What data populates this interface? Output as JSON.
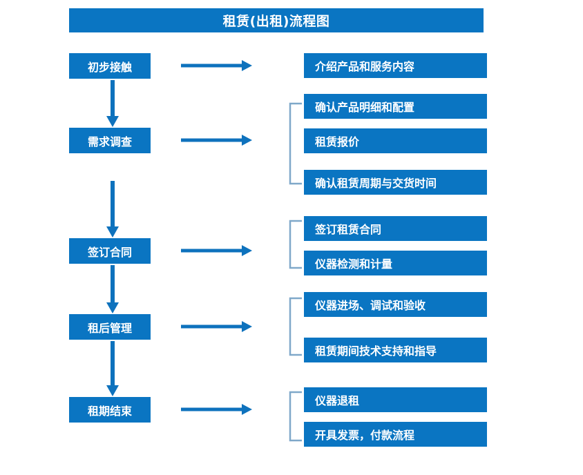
{
  "title": "租赁(出租)流程图",
  "colors": {
    "box_blue": "#0a75c2",
    "arrow_blue": "#0e72bd",
    "bracket_blue": "#7fa8c9",
    "text_white": "#ffffff",
    "background": "#ffffff"
  },
  "stages": [
    {
      "label": "初步接触"
    },
    {
      "label": "需求调查"
    },
    {
      "label": "签订合同"
    },
    {
      "label": "租后管理"
    },
    {
      "label": "租期结束"
    }
  ],
  "details": [
    {
      "label": "介绍产品和服务内容"
    },
    {
      "label": "确认产品明细和配置"
    },
    {
      "label": "租赁报价"
    },
    {
      "label": "确认租赁周期与交货时间"
    },
    {
      "label": "签订租赁合同"
    },
    {
      "label": "仪器检测和计量"
    },
    {
      "label": "仪器进场、调试和验收"
    },
    {
      "label": "租赁期间技术支持和指导"
    },
    {
      "label": "仪器退租"
    },
    {
      "label": "开具发票，付款流程"
    }
  ],
  "groups": [
    {
      "stage": "初步接触",
      "details": [
        "介绍产品和服务内容"
      ],
      "bracketed": false
    },
    {
      "stage": "需求调查",
      "details": [
        "确认产品明细和配置",
        "租赁报价",
        "确认租赁周期与交货时间"
      ],
      "bracketed": true
    },
    {
      "stage": "签订合同",
      "details": [
        "签订租赁合同",
        "仪器检测和计量"
      ],
      "bracketed": true
    },
    {
      "stage": "租后管理",
      "details": [
        "仪器进场、调试和验收",
        "租赁期间技术支持和指导"
      ],
      "bracketed": true
    },
    {
      "stage": "租期结束",
      "details": [
        "仪器退租",
        "开具发票，付款流程"
      ],
      "bracketed": true
    }
  ],
  "connectors": {
    "vertical_arrow_icon": "arrow-down-icon",
    "horizontal_arrow_icon": "arrow-right-icon",
    "bracket_icon": "group-bracket-icon",
    "vertical_count": 4,
    "horizontal_count": 5,
    "bracket_count": 4
  }
}
